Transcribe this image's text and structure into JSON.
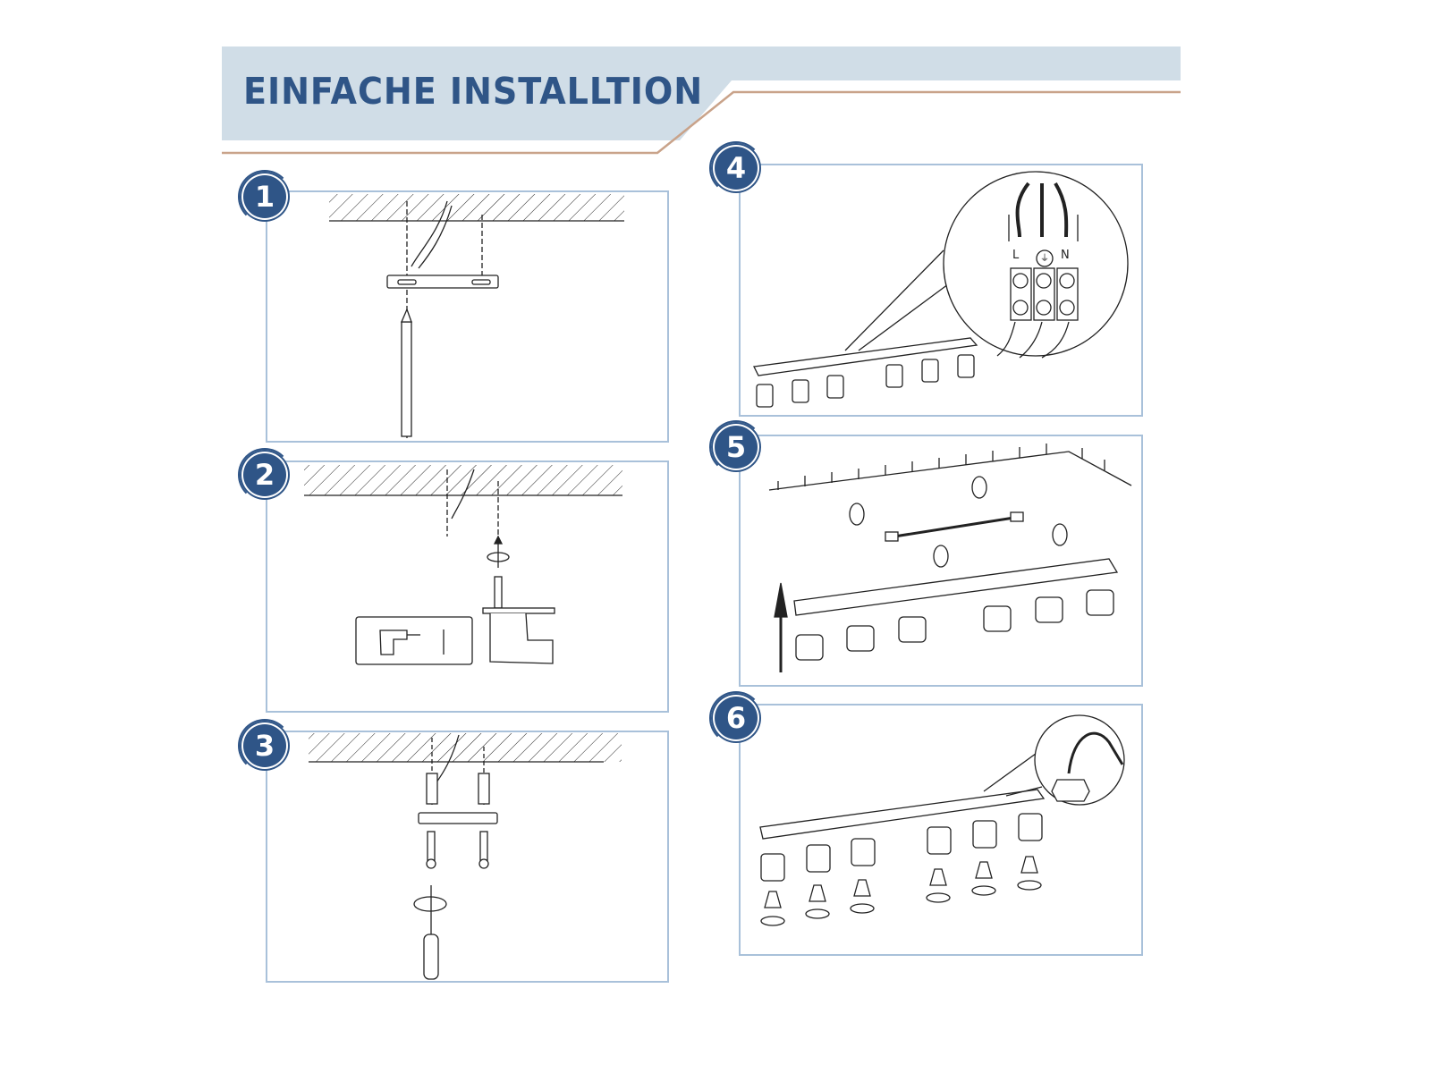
{
  "header": {
    "title": "EINFACHE INSTALLTION"
  },
  "steps": [
    {
      "number": "1"
    },
    {
      "number": "2"
    },
    {
      "number": "3"
    },
    {
      "number": "4"
    },
    {
      "number": "5"
    },
    {
      "number": "6"
    }
  ],
  "wiring": {
    "live": "L",
    "neutral": "N",
    "earth_icon": "ground-symbol"
  },
  "colors": {
    "accent": "#2f5587",
    "header_bg": "#d0dde7",
    "panel_border": "#a9c1da",
    "rule": "#c9a38a"
  }
}
